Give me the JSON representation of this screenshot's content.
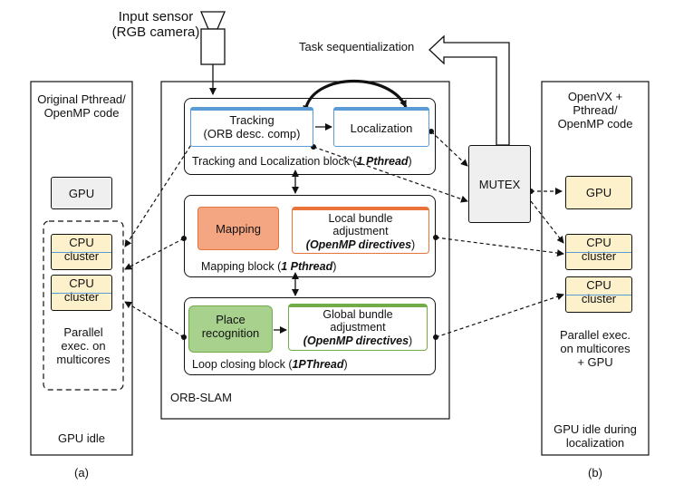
{
  "input": {
    "line1": "Input sensor",
    "line2": "(RGB camera)"
  },
  "task_seq": "Task sequentialization",
  "left_panel": {
    "title1": "Original Pthread/",
    "title2": "OpenMP code",
    "gpu": "GPU",
    "cpu1_l1": "CPU",
    "cpu1_l2": "cluster",
    "cpu2_l1": "CPU",
    "cpu2_l2": "cluster",
    "parallel1": "Parallel",
    "parallel2": "exec. on",
    "parallel3": "multicores",
    "gpu_idle": "GPU idle",
    "caption": "(a)"
  },
  "center": {
    "orb_slam": "ORB-SLAM",
    "tracking_l1": "Tracking",
    "tracking_l2": "(ORB desc. comp)",
    "localization": "Localization",
    "tl_block_prefix": "Tracking and Localization block (",
    "tl_block_em": "1 Pthread",
    "tl_block_suffix": ")",
    "mapping": "Mapping",
    "lba_l1": "Local bundle",
    "lba_l2": "adjustment",
    "lba_em": "(OpenMP directives",
    "lba_suffix": ")",
    "mapping_block_prefix": "Mapping block (",
    "mapping_block_em": "1 Pthread",
    "mapping_block_suffix": ")",
    "place_l1": "Place",
    "place_l2": "recognition",
    "gba_l1": "Global bundle",
    "gba_l2": "adjustment",
    "gba_em": "(OpenMP directives",
    "gba_suffix": ")",
    "loop_block_prefix": "Loop closing block (",
    "loop_block_em": "1PThread",
    "loop_block_suffix": ")"
  },
  "mutex": "MUTEX",
  "right_panel": {
    "title1": "OpenVX +",
    "title2": "Pthread/",
    "title3": "OpenMP code",
    "gpu": "GPU",
    "cpu1_l1": "CPU",
    "cpu1_l2": "cluster",
    "cpu2_l1": "CPU",
    "cpu2_l2": "cluster",
    "parallel1": "Parallel exec.",
    "parallel2": "on multicores",
    "parallel3": "+ GPU",
    "idle1": "GPU idle during",
    "idle2": "localization",
    "caption": "(b)"
  },
  "colors": {
    "cpu_fill": "#fdf1cc",
    "gpu_grey": "#efefef",
    "mapping_fill": "#f4a582",
    "mapping_border": "#e8743b",
    "place_fill": "#a9d18e",
    "place_border": "#70ad47",
    "blue_border": "#5b9bd5",
    "mutex_fill": "#efefef"
  }
}
